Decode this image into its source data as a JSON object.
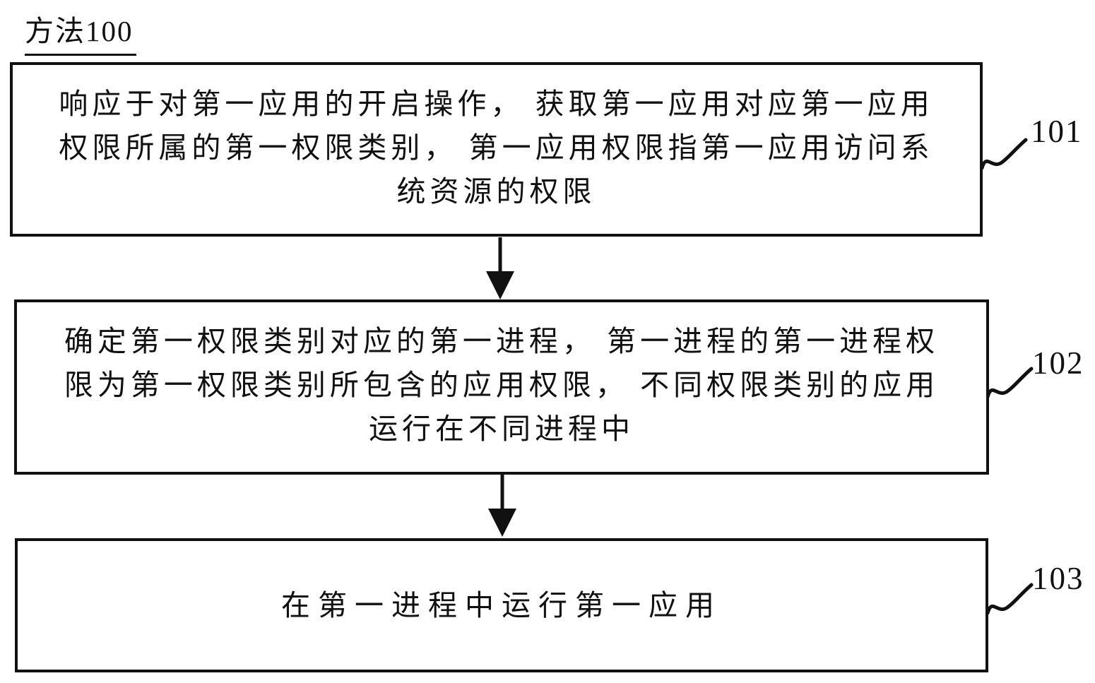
{
  "figure": {
    "title": "方法100",
    "ink_color": "#111111",
    "background_color": "#ffffff"
  },
  "steps": [
    {
      "label": "101",
      "lines": [
        "响应于对第一应用的开启操作， 获取第一应用对应第一应用",
        "权限所属的第一权限类别， 第一应用权限指第一应用访问系",
        "统资源的权限"
      ]
    },
    {
      "label": "102",
      "lines": [
        "确定第一权限类别对应的第一进程， 第一进程的第一进程权",
        "限为第一权限类别所包含的应用权限， 不同权限类别的应用",
        "运行在不同进程中"
      ]
    },
    {
      "label": "103",
      "lines": [
        "在第一进程中运行第一应用"
      ]
    }
  ]
}
